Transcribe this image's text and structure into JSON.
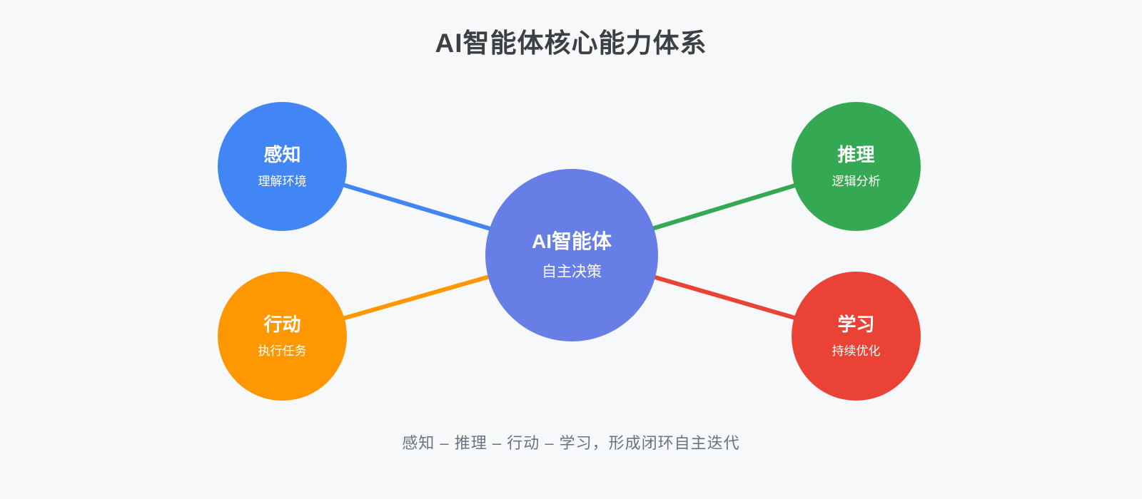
{
  "title": "AI智能体核心能力体系",
  "caption": "感知 – 推理 – 行动 – 学习，形成闭环自主迭代",
  "colors": {
    "background": "#f7f8fa",
    "title_text": "#3c4043",
    "caption_text": "#6b7280",
    "node_text": "#ffffff"
  },
  "center_node": {
    "label": "AI智能体",
    "sublabel": "自主决策",
    "color": "#667ee6"
  },
  "nodes": [
    {
      "id": "perception",
      "label": "感知",
      "sublabel": "理解环境",
      "color": "#4285f4",
      "position": "top-left"
    },
    {
      "id": "reasoning",
      "label": "推理",
      "sublabel": "逻辑分析",
      "color": "#34a853",
      "position": "top-right"
    },
    {
      "id": "action",
      "label": "行动",
      "sublabel": "执行任务",
      "color": "#ff9800",
      "position": "bottom-left"
    },
    {
      "id": "learning",
      "label": "学习",
      "sublabel": "持续优化",
      "color": "#ea4335",
      "position": "bottom-right"
    }
  ]
}
